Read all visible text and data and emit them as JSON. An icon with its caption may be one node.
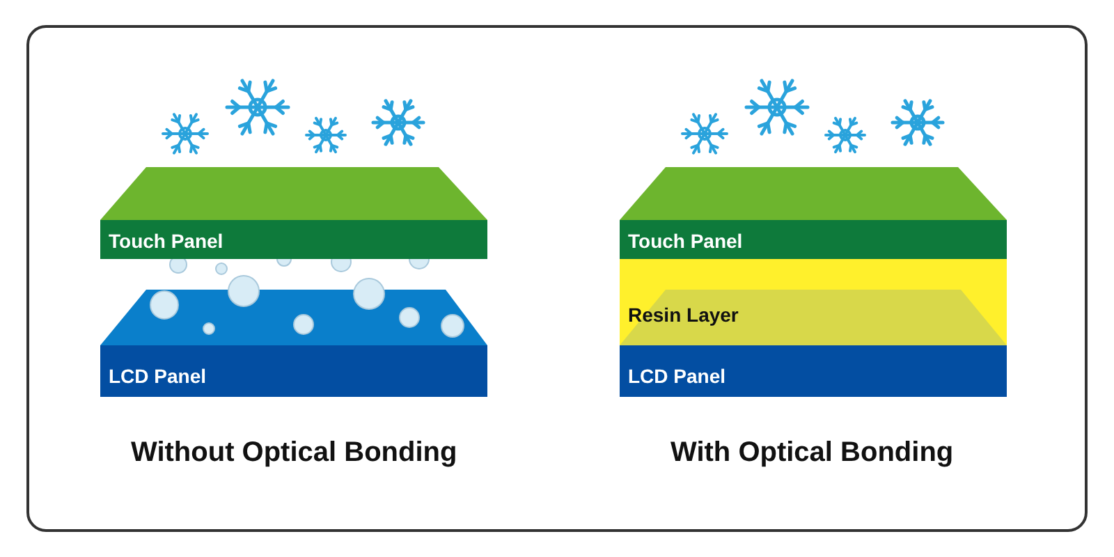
{
  "diagram": {
    "nodes": [
      {
        "text": [
          "Touch Panel"
        ]
      },
      {
        "text": [
          "LCD Panel"
        ]
      },
      {
        "text": [
          "Touch Panel"
        ]
      },
      {
        "text": [
          "Resin Layer"
        ]
      },
      {
        "text": [
          "LCD Panel"
        ]
      }
    ],
    "labels": [
      "Without Optical Bonding",
      "With Optical Bonding"
    ]
  }
}
